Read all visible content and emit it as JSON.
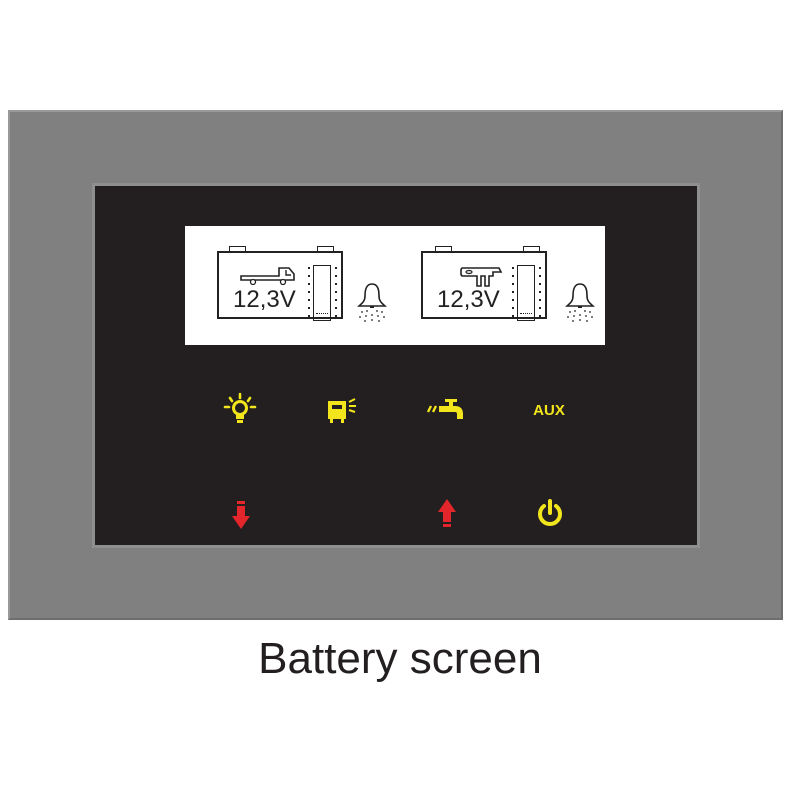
{
  "caption": "Battery screen",
  "lcd": {
    "batteries": [
      {
        "id": "vehicle-battery",
        "icon": "truck-icon",
        "voltage": "12,3V",
        "alarm_icon": "bell-icon"
      },
      {
        "id": "leisure-battery",
        "icon": "caravan-icon",
        "voltage": "12,3V",
        "alarm_icon": "bell-icon"
      }
    ]
  },
  "buttons": {
    "row1": [
      {
        "name": "light-button",
        "icon": "lightbulb-icon"
      },
      {
        "name": "awning-light-button",
        "icon": "caravan-light-icon"
      },
      {
        "name": "water-pump-button",
        "icon": "water-tap-icon"
      },
      {
        "name": "aux-button",
        "label": "AUX"
      }
    ],
    "row2": [
      {
        "name": "down-button",
        "icon": "arrow-down-icon"
      },
      {
        "name": "up-button",
        "icon": "arrow-up-icon"
      },
      {
        "name": "power-button",
        "icon": "power-icon"
      }
    ]
  },
  "colors": {
    "frame": "#808080",
    "panel": "#231f20",
    "lcd": "#ffffff",
    "icon_yellow": "#f2e51c",
    "icon_red": "#e3262b"
  }
}
